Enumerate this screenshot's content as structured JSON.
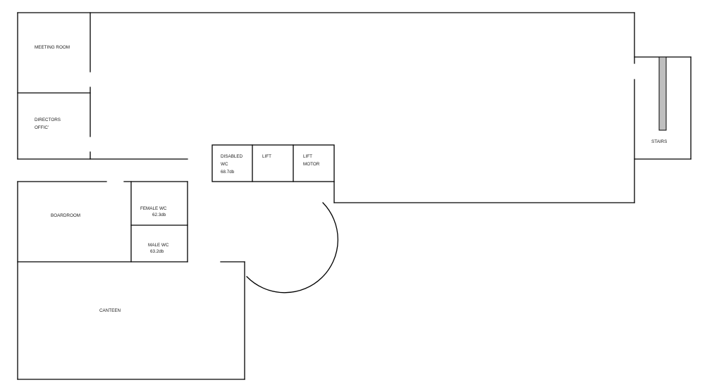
{
  "rooms": {
    "meeting_room": "MEETING ROOM",
    "directors_office_line1": "DIRECTORS",
    "directors_office_line2": "OFFIC'",
    "boardroom": "BOARDROOM",
    "female_wc": "FEMALE WC",
    "female_wc_level": "62.3db",
    "male_wc": "MALE WC",
    "male_wc_level": "63.2db",
    "canteen": "CANTEEN",
    "disabled_wc_line1": "DISABLED",
    "disabled_wc_line2": "WC",
    "disabled_wc_level": "68.7db",
    "lift": "LIFT",
    "lift_motor_line1": "LIFT",
    "lift_motor_line2": "MOTOR",
    "stairs": "STAIRS"
  },
  "colors": {
    "wall": "#000000",
    "stair_pillar": "#bfbfbf",
    "background": "#ffffff"
  }
}
